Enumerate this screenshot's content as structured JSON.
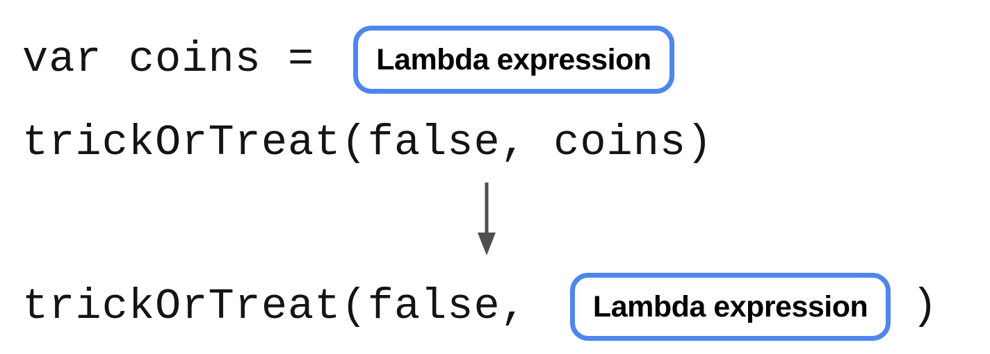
{
  "colors": {
    "background": "#ffffff",
    "box_border": "#4e86ee",
    "code_text": "#141414",
    "box_text": "#000000",
    "arrow": "#4f4f4f"
  },
  "line1": {
    "code": "var coins =",
    "box_label": "Lambda expression"
  },
  "line2": {
    "code": "trickOrTreat(false, coins)"
  },
  "arrow": {
    "direction": "down"
  },
  "line3": {
    "code_before": "trickOrTreat(false,",
    "box_label": "Lambda expression",
    "code_after": ")"
  }
}
